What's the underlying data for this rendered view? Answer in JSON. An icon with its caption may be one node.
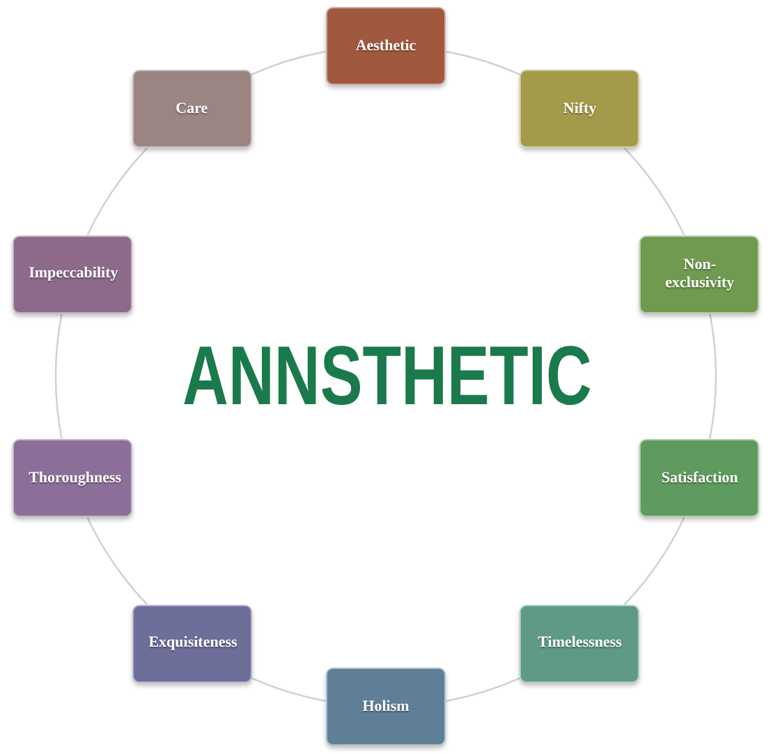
{
  "diagram": {
    "title": "ANNSTHETIC",
    "nodes": [
      {
        "text": [
          "Aesthetic"
        ]
      },
      {
        "text": [
          "Nifty"
        ]
      },
      {
        "text": [
          "Non-exclusivity"
        ]
      },
      {
        "text": [
          "Satisfaction"
        ]
      },
      {
        "text": [
          "Timelessness"
        ]
      },
      {
        "text": [
          "Holism"
        ]
      },
      {
        "text": [
          "Exquisiteness"
        ]
      },
      {
        "text": [
          "Thoroughness"
        ]
      },
      {
        "text": [
          "Impeccability"
        ]
      },
      {
        "text": [
          "Care"
        ]
      }
    ],
    "edges": [
      {
        "from": 0,
        "to": 1,
        "arrow": "none"
      },
      {
        "from": 1,
        "to": 2,
        "arrow": "none"
      },
      {
        "from": 2,
        "to": 3,
        "arrow": "none"
      },
      {
        "from": 3,
        "to": 4,
        "arrow": "none"
      },
      {
        "from": 4,
        "to": 5,
        "arrow": "none"
      },
      {
        "from": 5,
        "to": 6,
        "arrow": "none"
      },
      {
        "from": 6,
        "to": 7,
        "arrow": "none"
      },
      {
        "from": 7,
        "to": 8,
        "arrow": "none"
      },
      {
        "from": 8,
        "to": 9,
        "arrow": "none"
      },
      {
        "from": 9,
        "to": 0,
        "arrow": "none"
      }
    ]
  }
}
